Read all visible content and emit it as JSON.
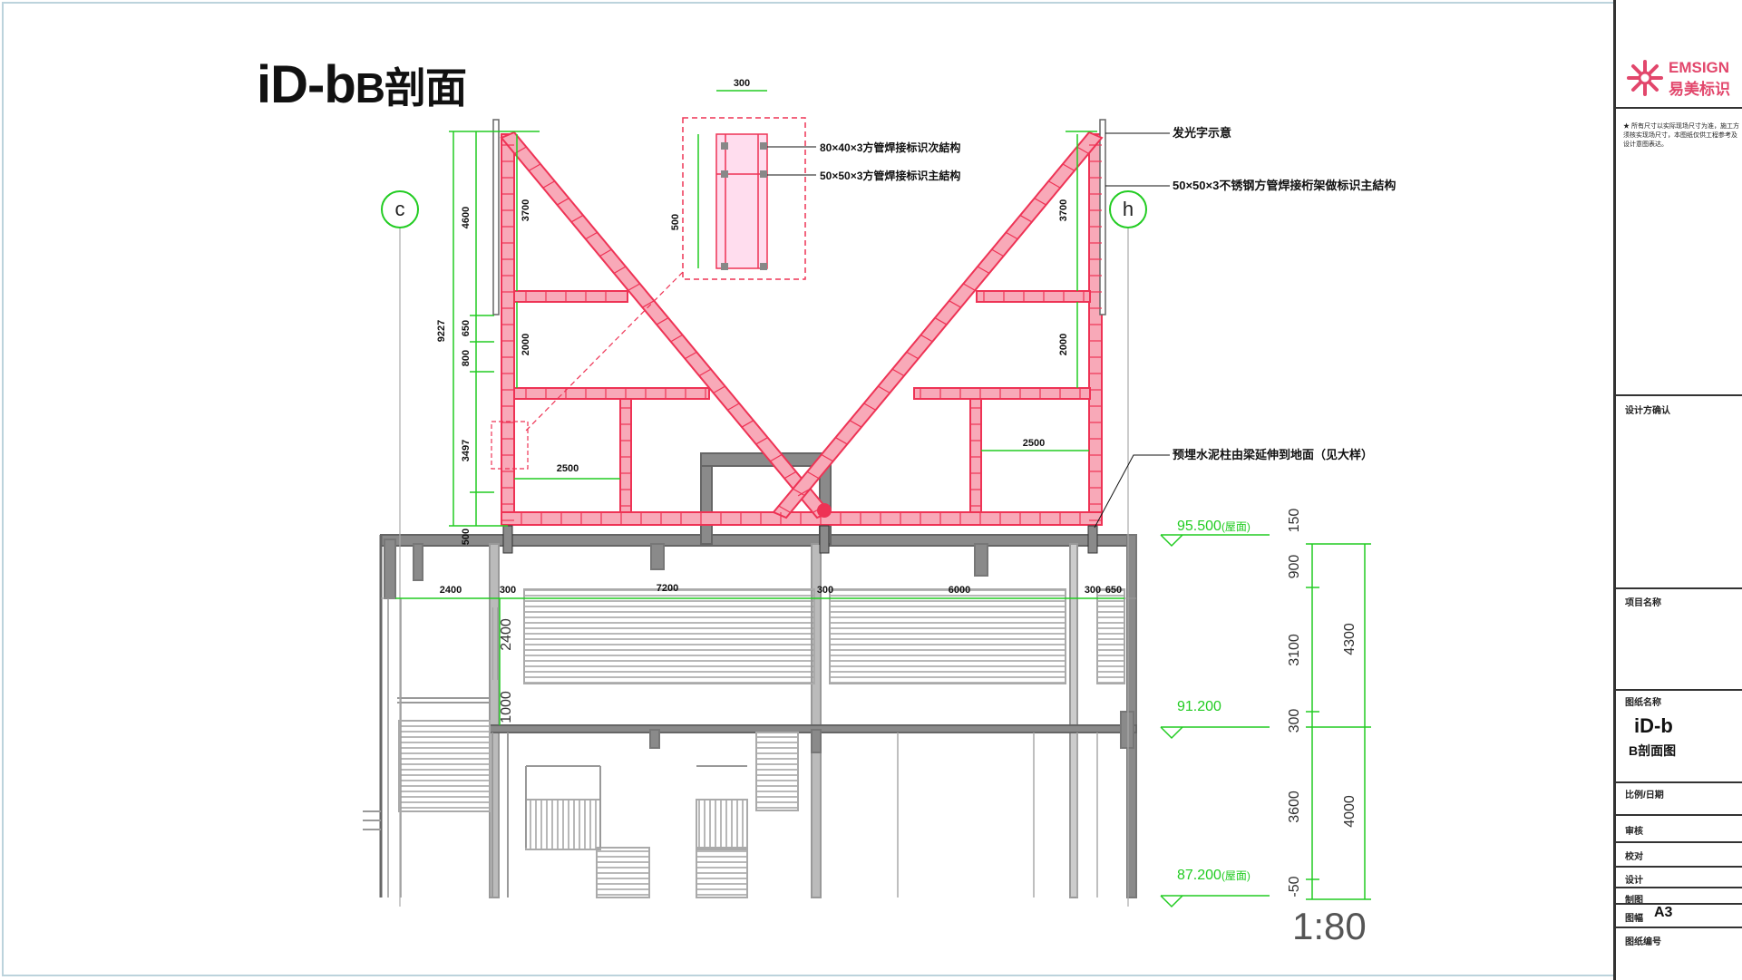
{
  "title": {
    "main": "iD-b",
    "sub": "B剖面"
  },
  "scale": "1:80",
  "axes": {
    "left": "c",
    "right": "h"
  },
  "detail": {
    "width": "300",
    "height": "500"
  },
  "callouts": {
    "secondary_structure": "80×40×3方管焊接标识次結构",
    "main_structure": "50×50×3方管焊接标识主結构",
    "glow_text": "发光字示意",
    "stainless_frame": "50×50×3不锈钢方管焊接桁架做标识主結构",
    "concrete_column": "预埋水泥柱由梁延伸到地面（见大样）"
  },
  "left_dims": {
    "total": "9227",
    "seg1": "4600",
    "seg2": "650",
    "seg3": "800",
    "seg4": "3497",
    "seg5": "500",
    "inner1": "3700",
    "inner2": "2000",
    "span": "2500"
  },
  "right_dims": {
    "inner1": "3700",
    "inner2": "2000",
    "span": "2500"
  },
  "horiz_dims": [
    "2400",
    "300",
    "7200",
    "300",
    "6000",
    "300",
    "650"
  ],
  "floor_dims": {
    "d1": "2400",
    "d2": "1000"
  },
  "elevations": {
    "roof": "95.500",
    "roof_note": "(屋面)",
    "mid": "91.200",
    "base": "87.200",
    "base_note": "(屋面)"
  },
  "vert_dims": {
    "a": "150",
    "b": "900",
    "c": "3100",
    "d": "300",
    "e": "3600",
    "f": "-50",
    "g": "4300",
    "h": "4000"
  },
  "title_block": {
    "logo_en": "EMSIGN",
    "logo_cn": "易美标识",
    "note": "★ 所有尺寸以实际现场尺寸为准，施工方须核实现场尺寸，本图纸仅供工程参考及设计意图表达。",
    "r1": "设计方确认",
    "r2": "项目名称",
    "r3": "图纸名称",
    "code": "iD-b",
    "name": "B剖面图",
    "r4": "比例/日期",
    "r5": "审核",
    "r6": "校对",
    "r7": "设计",
    "r8": "制图",
    "r9": "图幅",
    "size": "A3",
    "r10": "图纸编号"
  },
  "colors": {
    "structure": "#ee3355",
    "dims": "#22cc22",
    "concrete": "#8a8a8a",
    "building": "#777777"
  }
}
